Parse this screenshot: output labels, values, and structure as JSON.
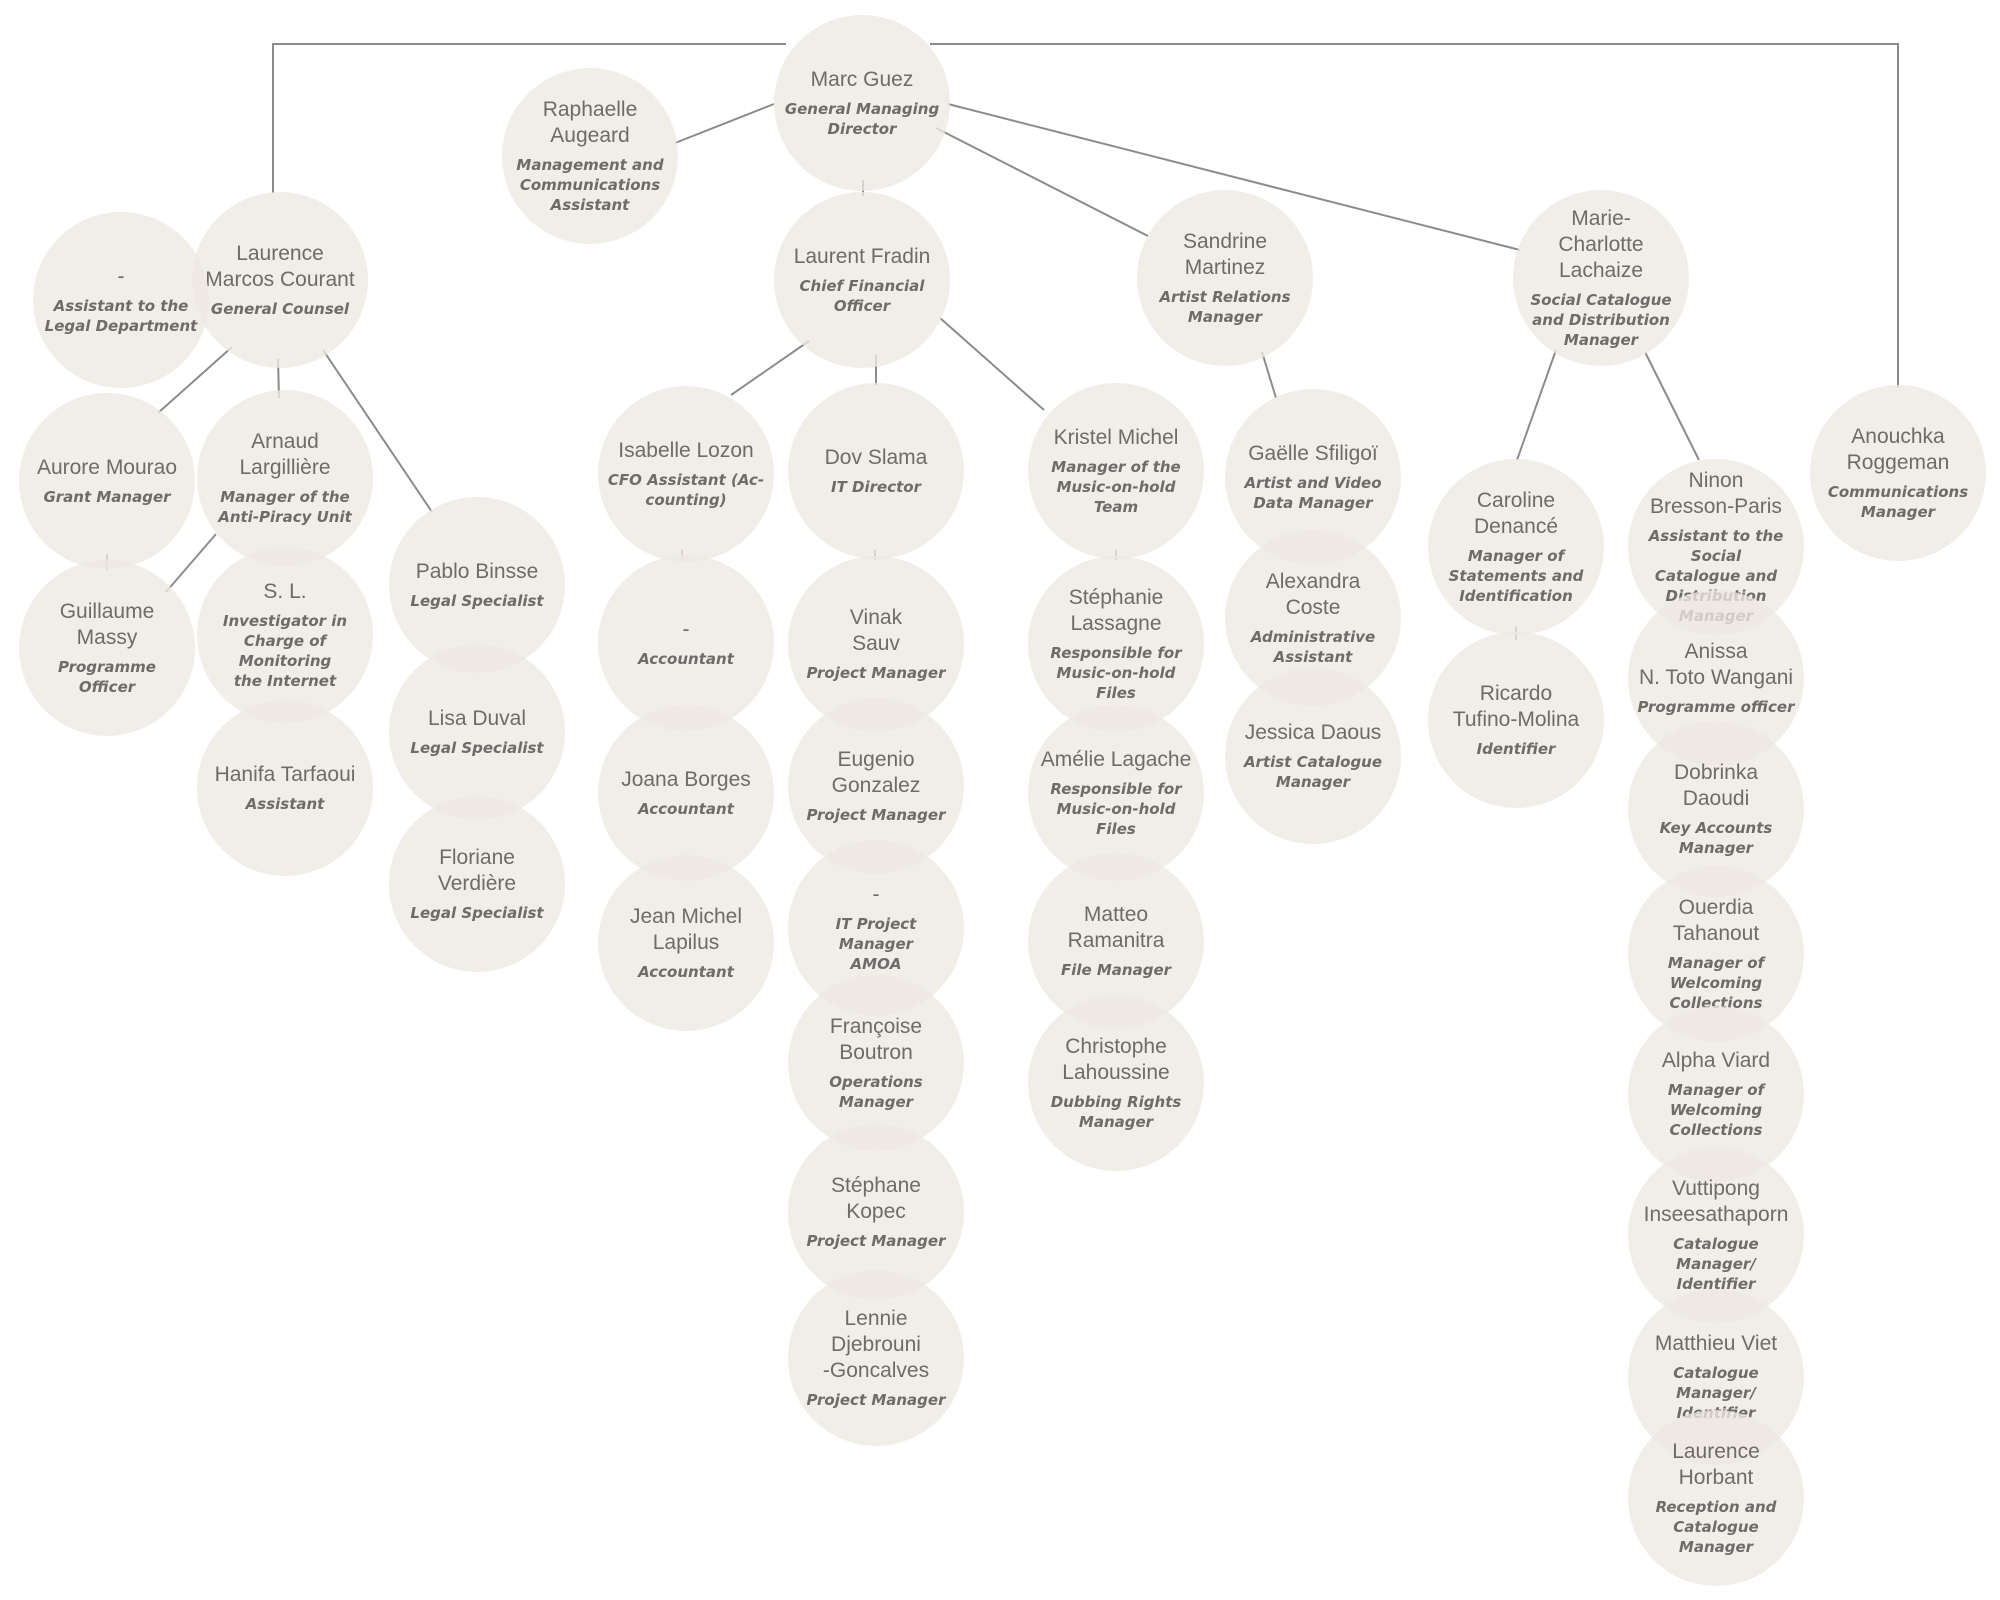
{
  "diagram": {
    "line_color": "#8f8b88",
    "node_color": "#ede8e2",
    "text_color": "#6f6b68"
  },
  "nodes": [
    {
      "name": "Marc Guez",
      "role": "General Managing\nDirector"
    },
    {
      "name": "Raphaelle\nAugeard",
      "role": "Management and\nCommunications\nAssistant"
    },
    {
      "name": "Laurence\nMarcos Courant",
      "role": "General Counsel"
    },
    {
      "name": "-",
      "role": "Assistant to the\nLegal Department"
    },
    {
      "name": "Aurore Mourao",
      "role": "Grant Manager"
    },
    {
      "name": "Guillaume\nMassy",
      "role": "Programme\nOfficer"
    },
    {
      "name": "Arnaud\nLargillière",
      "role": "Manager of the\nAnti-Piracy Unit"
    },
    {
      "name": "S. L.",
      "role": "Investigator in\nCharge of Monitoring\nthe Internet"
    },
    {
      "name": "Hanifa Tarfaoui",
      "role": "Assistant"
    },
    {
      "name": "Pablo Binsse",
      "role": "Legal Specialist"
    },
    {
      "name": "Lisa Duval",
      "role": "Legal Specialist"
    },
    {
      "name": "Floriane\nVerdière",
      "role": "Legal Specialist"
    },
    {
      "name": "Laurent Fradin",
      "role": "Chief Financial\nOfficer"
    },
    {
      "name": "Isabelle Lozon",
      "role": "CFO Assistant (Ac-\ncounting)"
    },
    {
      "name": "-",
      "role": "Accountant"
    },
    {
      "name": "Joana Borges",
      "role": "Accountant"
    },
    {
      "name": "Jean Michel\nLapilus",
      "role": "Accountant"
    },
    {
      "name": "Dov Slama",
      "role": "IT Director"
    },
    {
      "name": "Vinak\nSauv",
      "role": "Project Manager"
    },
    {
      "name": "Eugenio\nGonzalez",
      "role": "Project Manager"
    },
    {
      "name": "-",
      "role": "IT Project Manager\nAMOA"
    },
    {
      "name": "Françoise\nBoutron",
      "role": "Operations\nManager"
    },
    {
      "name": "Stéphane\nKopec",
      "role": "Project Manager"
    },
    {
      "name": "Lennie\nDjebrouni\n-Goncalves",
      "role": "Project Manager"
    },
    {
      "name": "Kristel Michel",
      "role": "Manager of the\nMusic-on-hold\nTeam"
    },
    {
      "name": "Stéphanie\nLassagne",
      "role": "Responsible for\nMusic-on-hold\nFiles"
    },
    {
      "name": "Amélie Lagache",
      "role": "Responsible for\nMusic-on-hold Files"
    },
    {
      "name": "Matteo\nRamanitra",
      "role": "File Manager"
    },
    {
      "name": "Christophe\nLahoussine",
      "role": "Dubbing Rights\nManager"
    },
    {
      "name": "Sandrine\nMartinez",
      "role": "Artist Relations\nManager"
    },
    {
      "name": "Gaëlle Sfiligoï",
      "role": "Artist and Video\nData Manager"
    },
    {
      "name": "Alexandra\nCoste",
      "role": "Administrative\nAssistant"
    },
    {
      "name": "Jessica Daous",
      "role": "Artist Catalogue\nManager"
    },
    {
      "name": "Marie-\nCharlotte\nLachaize",
      "role": "Social  Catalogue\nand Distribution\nManager"
    },
    {
      "name": "Caroline\nDenancé",
      "role": "Manager of\nStatements and\nIdentification"
    },
    {
      "name": "Ricardo\nTufino-Molina",
      "role": "Identifier"
    },
    {
      "name": "Ninon\nBresson-Paris",
      "role": "Assistant to the Social\nCatalogue and\nDistribution\nManager"
    },
    {
      "name": "Anissa\nN. Toto Wangani",
      "role": "Programme officer"
    },
    {
      "name": "Dobrinka\nDaoudi",
      "role": "Key Accounts\nManager"
    },
    {
      "name": "Ouerdia\nTahanout",
      "role": "Manager of\nWelcoming\nCollections"
    },
    {
      "name": "Alpha Viard",
      "role": "Manager of\nWelcoming\nCollections"
    },
    {
      "name": "Vuttipong\nInseesathaporn",
      "role": "Catalogue Manager/\nIdentifier"
    },
    {
      "name": "Matthieu Viet",
      "role": "Catalogue Manager/\nIdentifier"
    },
    {
      "name": "Laurence\nHorbant",
      "role": "Reception and\nCatalogue\nManager"
    },
    {
      "name": "Anouchka\nRoggeman",
      "role": "Communications\nManager"
    }
  ]
}
